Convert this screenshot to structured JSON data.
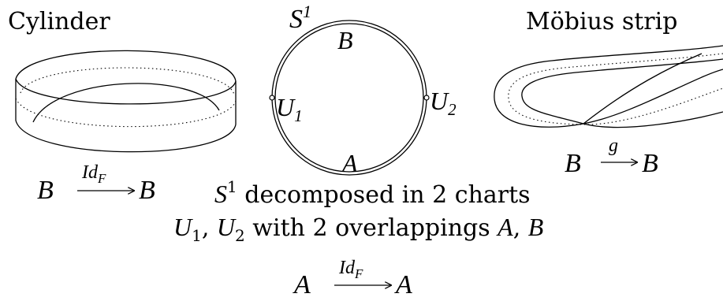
{
  "labels": {
    "cylinder_title": "Cylinder",
    "mobius_title": "Möbius strip",
    "circle_label": "S",
    "circle_label_sup": "1",
    "chart_top": "B",
    "chart_bottom": "A",
    "chart_left": "U",
    "chart_left_sub": "1",
    "chart_right": "U",
    "chart_right_sub": "2"
  },
  "cylinder_map": {
    "source": "B",
    "target": "B",
    "arrow_label": "Id",
    "arrow_label_sub": "F"
  },
  "mobius_map": {
    "source": "B",
    "target": "B",
    "arrow_label": "g"
  },
  "caption": {
    "line1_sym": "S",
    "line1_sup": "1",
    "line1_text": " decomposed in 2 charts",
    "line2_u1": "U",
    "line2_u1_sub": "1",
    "line2_comma": ", ",
    "line2_u2": "U",
    "line2_u2_sub": "2",
    "line2_text": " with 2 overlappings ",
    "line2_a": "A",
    "line2_sep": ", ",
    "line2_b": "B"
  },
  "bottom_map": {
    "source": "A",
    "target": "A",
    "arrow_label": "Id",
    "arrow_label_sub": "F"
  }
}
